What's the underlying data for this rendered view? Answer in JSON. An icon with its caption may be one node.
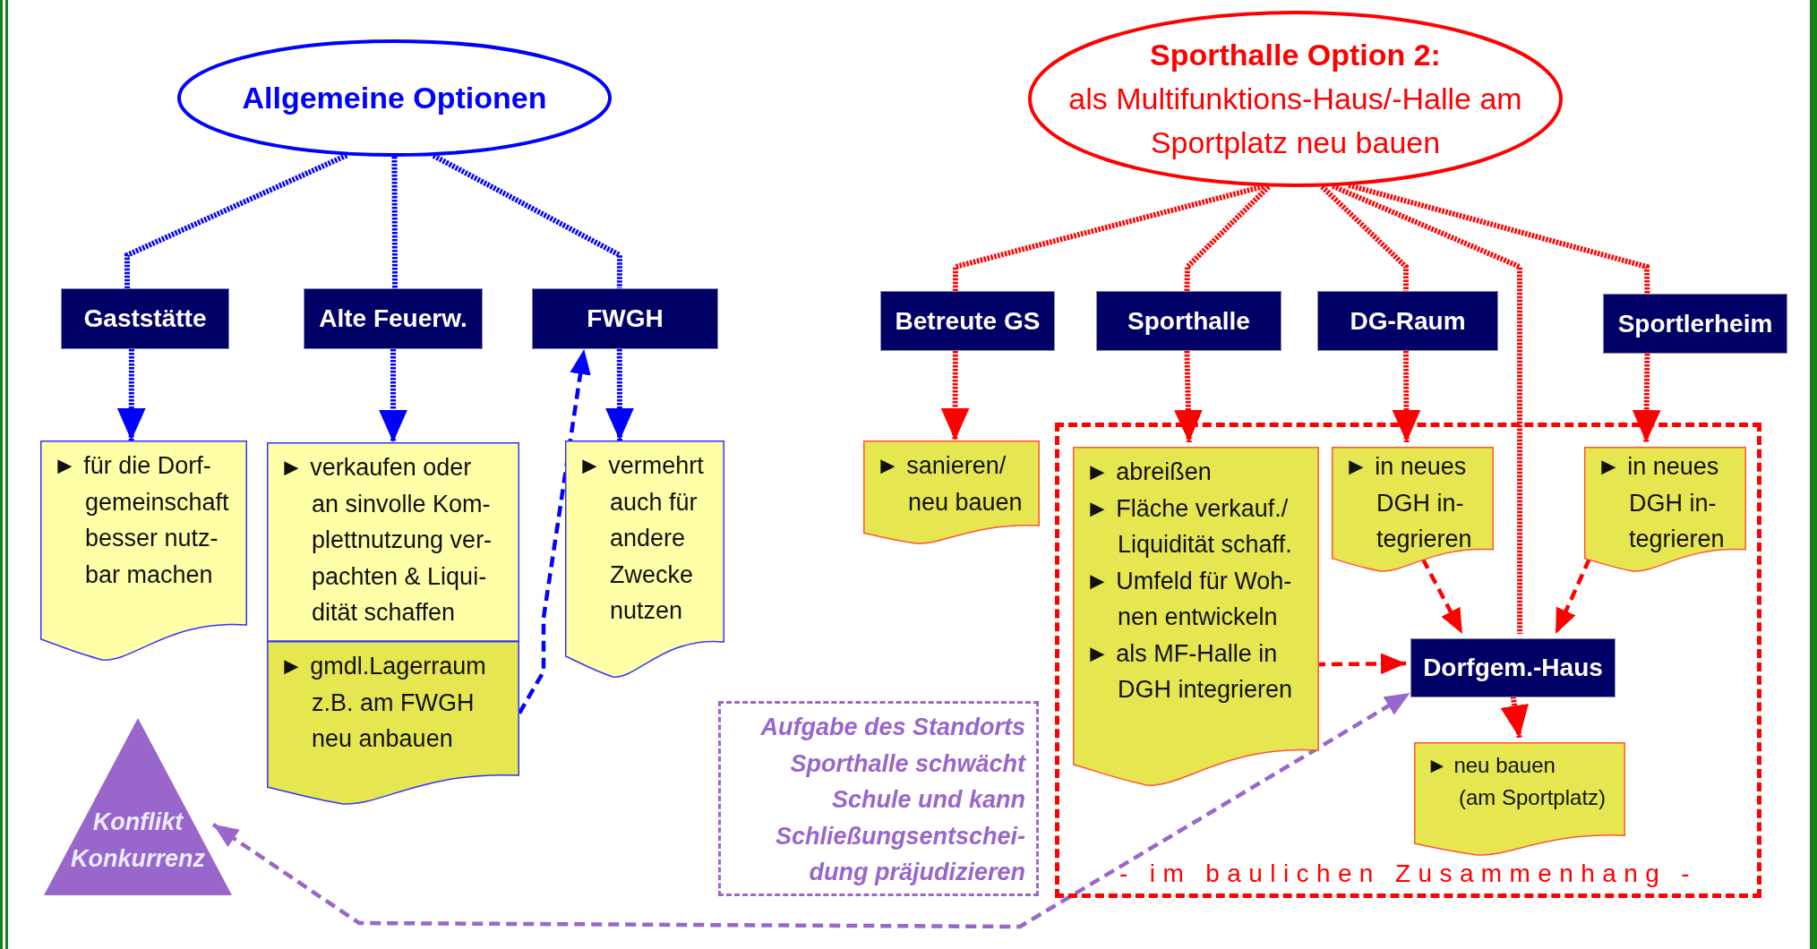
{
  "diagram": {
    "nodes": [
      {
        "text": [
          "Allgemeine Optionen"
        ]
      },
      {
        "text": [
          "Gaststätte"
        ]
      },
      {
        "text": [
          "Alte Feuerw."
        ]
      },
      {
        "text": [
          "FWGH"
        ]
      },
      {
        "text": [
          "Sporthalle Option 2:",
          "als Multifunktions-Haus/-Halle am Sportplatz neu bauen"
        ]
      },
      {
        "text": [
          "Betreute GS"
        ]
      },
      {
        "text": [
          "Sporthalle"
        ]
      },
      {
        "text": [
          "DG-Raum"
        ]
      },
      {
        "text": [
          "Sportlerheim"
        ]
      },
      {
        "text": [
          "► für die Dorf- gemeinschaft besser nutz- bar machen"
        ]
      },
      {
        "text": [
          "► verkaufen oder an sinvolle Kom- plettnutzung ver- pachten & Liqui- dität schaffen"
        ]
      },
      {
        "text": [
          "► gmdl.Lagerraum z.B. am FWGH neu anbauen"
        ]
      },
      {
        "text": [
          "► vermehrt auch für andere Zwecke nutzen"
        ]
      },
      {
        "text": [
          "► sanieren/ neu bauen"
        ]
      },
      {
        "text": [
          "- im baulichen Zusammenhang -"
        ]
      },
      {
        "text": [
          "► abreißen",
          "► Fläche verkauf./ Liquidität schaff.",
          "► Umfeld für Woh- nen entwickeln",
          "► als MF-Halle in DGH integrieren"
        ],
        "in": 14
      },
      {
        "text": [
          "► in neues DGH in- tegrieren"
        ],
        "in": 14
      },
      {
        "text": [
          "► in neues DGH in- tegrieren"
        ],
        "in": 14
      },
      {
        "text": [
          "Dorfgem.-Haus"
        ],
        "in": 14
      },
      {
        "text": [
          "► neu bauen",
          "(am Sportplatz)"
        ],
        "in": 14
      },
      {
        "text": [
          "Aufgabe des Standorts Sporthalle schwächt Schule und kann Schließungsentschei- dung präjudizieren"
        ]
      },
      {
        "text": [
          "Konflikt Konkurrenz"
        ]
      }
    ],
    "edges": [
      {
        "from": 0,
        "to": 1,
        "arrow": "none",
        "color": "#0000ff"
      },
      {
        "from": 0,
        "to": 2,
        "arrow": "none",
        "color": "#0000ff"
      },
      {
        "from": 0,
        "to": 3,
        "arrow": "none",
        "color": "#0000ff"
      },
      {
        "from": 1,
        "to": 9,
        "arrow": "to",
        "color": "#0000ff"
      },
      {
        "from": 2,
        "to": 10,
        "arrow": "to",
        "color": "#0000ff"
      },
      {
        "from": 3,
        "to": 12,
        "arrow": "to",
        "color": "#0000ff"
      },
      {
        "from": 11,
        "to": 3,
        "arrow": "to",
        "style": "dashed",
        "color": "#0000ff"
      },
      {
        "from": 4,
        "to": 5,
        "arrow": "none",
        "color": "#ff0000"
      },
      {
        "from": 4,
        "to": 6,
        "arrow": "none",
        "color": "#ff0000"
      },
      {
        "from": 4,
        "to": 7,
        "arrow": "none",
        "color": "#ff0000"
      },
      {
        "from": 4,
        "to": 8,
        "arrow": "none",
        "color": "#ff0000"
      },
      {
        "from": 4,
        "to": 18,
        "arrow": "none",
        "color": "#ff0000"
      },
      {
        "from": 5,
        "to": 13,
        "arrow": "to",
        "color": "#ff0000"
      },
      {
        "from": 6,
        "to": 15,
        "arrow": "to",
        "color": "#ff0000"
      },
      {
        "from": 7,
        "to": 16,
        "arrow": "to",
        "color": "#ff0000"
      },
      {
        "from": 8,
        "to": 17,
        "arrow": "to",
        "color": "#ff0000"
      },
      {
        "from": 16,
        "to": 18,
        "arrow": "to",
        "style": "dashed",
        "color": "#ff0000"
      },
      {
        "from": 17,
        "to": 18,
        "arrow": "to",
        "style": "dashed",
        "color": "#ff0000"
      },
      {
        "from": 15,
        "to": 18,
        "arrow": "to",
        "style": "dashed",
        "color": "#ff0000"
      },
      {
        "from": 18,
        "to": 19,
        "arrow": "to",
        "color": "#ff0000"
      },
      {
        "from": 21,
        "to": 18,
        "arrow": "both",
        "style": "dashed",
        "color": "#9966cc"
      }
    ]
  }
}
